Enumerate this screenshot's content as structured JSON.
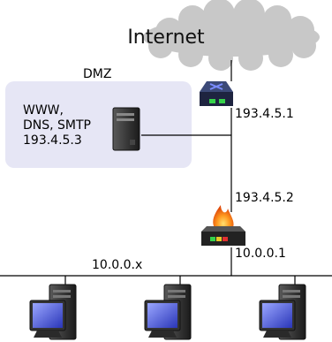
{
  "internet": {
    "label": "Internet"
  },
  "dmz": {
    "title": "DMZ",
    "server_label": "WWW,\nDNS, SMTP\n193.4.5.3"
  },
  "router": {
    "ip": "193.4.5.1"
  },
  "firewall": {
    "ip_external": "193.4.5.2",
    "ip_internal": "10.0.0.1"
  },
  "lan": {
    "subnet_label": "10.0.0.x"
  },
  "colors": {
    "cloud": "#c8c8c8",
    "dmz_zone": "#e6e6f5",
    "router_body": "#3c4a78",
    "router_led": "#36d24a",
    "firewall_flame": "#f07814",
    "monitor_screen": "#4a5ad8",
    "tower": "#2a2a2a",
    "line": "#000000"
  },
  "icons": [
    "cloud-icon",
    "router-icon",
    "server-icon",
    "firewall-icon",
    "workstation-icon"
  ]
}
